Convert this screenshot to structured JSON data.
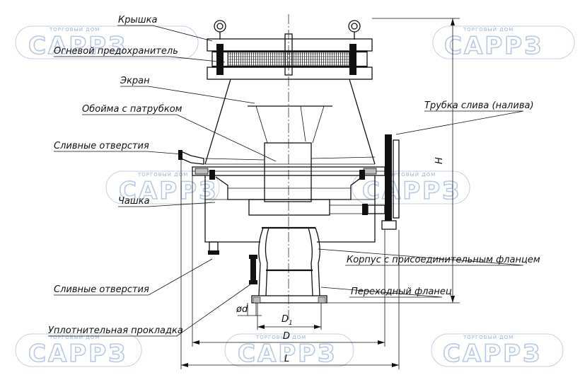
{
  "watermark": {
    "small_text": "ТОРГОВЫЙ ДОМ",
    "big_text": "САРРЗ"
  },
  "labels": {
    "lid": "Крышка",
    "flame_arrester": "Огневой предохранитель",
    "screen": "Экран",
    "holder": "Обойма с патрубком",
    "drain_holes_top": "Сливные отверстия",
    "cup": "Чашка",
    "drain_holes_bottom": "Сливные отверстия",
    "seal": "Уплотнительная прокладка",
    "drain_tube": "Трубка слива (налива)",
    "body": "Корпус с присоединительным фланцем",
    "adapter_flange": "Переходный фланец"
  },
  "dimensions": {
    "H": "H",
    "d": "ød",
    "D1": "D",
    "D1_sub": "1",
    "D": "D",
    "L": "L"
  },
  "colors": {
    "line": "#111111",
    "watermark": "#b8c8e6"
  }
}
